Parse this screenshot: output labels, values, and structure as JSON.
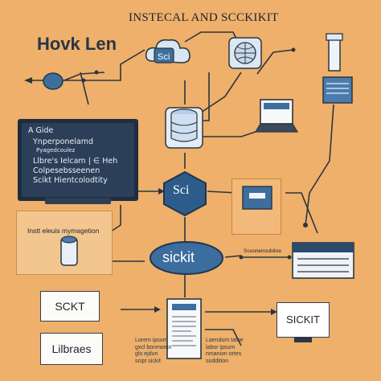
{
  "title": "INSTECAL AND SCCKIKIT",
  "subtitle": "Hovk Len",
  "monitor_lines": [
    "A Gide",
    "Ynperponelamd",
    "Pyagedcoulez",
    "Llbre's Ielcam | ∈ Heh",
    "Colpesebsseenen",
    "Scikt Hientcolodtity"
  ],
  "hex_label": "Sci",
  "ellipse_label": "sickit",
  "install_label": "Instt eleuis mymagetion",
  "right_caption": "Scuoneiroubitoe",
  "box_sckt": "SCKT",
  "box_libraries": "Lilbraes",
  "box_sickit": "SICKIT",
  "bottom_left_notes": "Lorem ipsum\ngxcl bonmomn\nglo ejdun\nscipt sickit",
  "bottom_right_notes": "Laendum tatoe\nlabor ipsum\nnmanion ortes\nsoddition",
  "colors": {
    "background": "#eeb06a",
    "accent_blue": "#3e6e9c",
    "dark_navy": "#2b3f59",
    "wire": "#2c3540"
  }
}
